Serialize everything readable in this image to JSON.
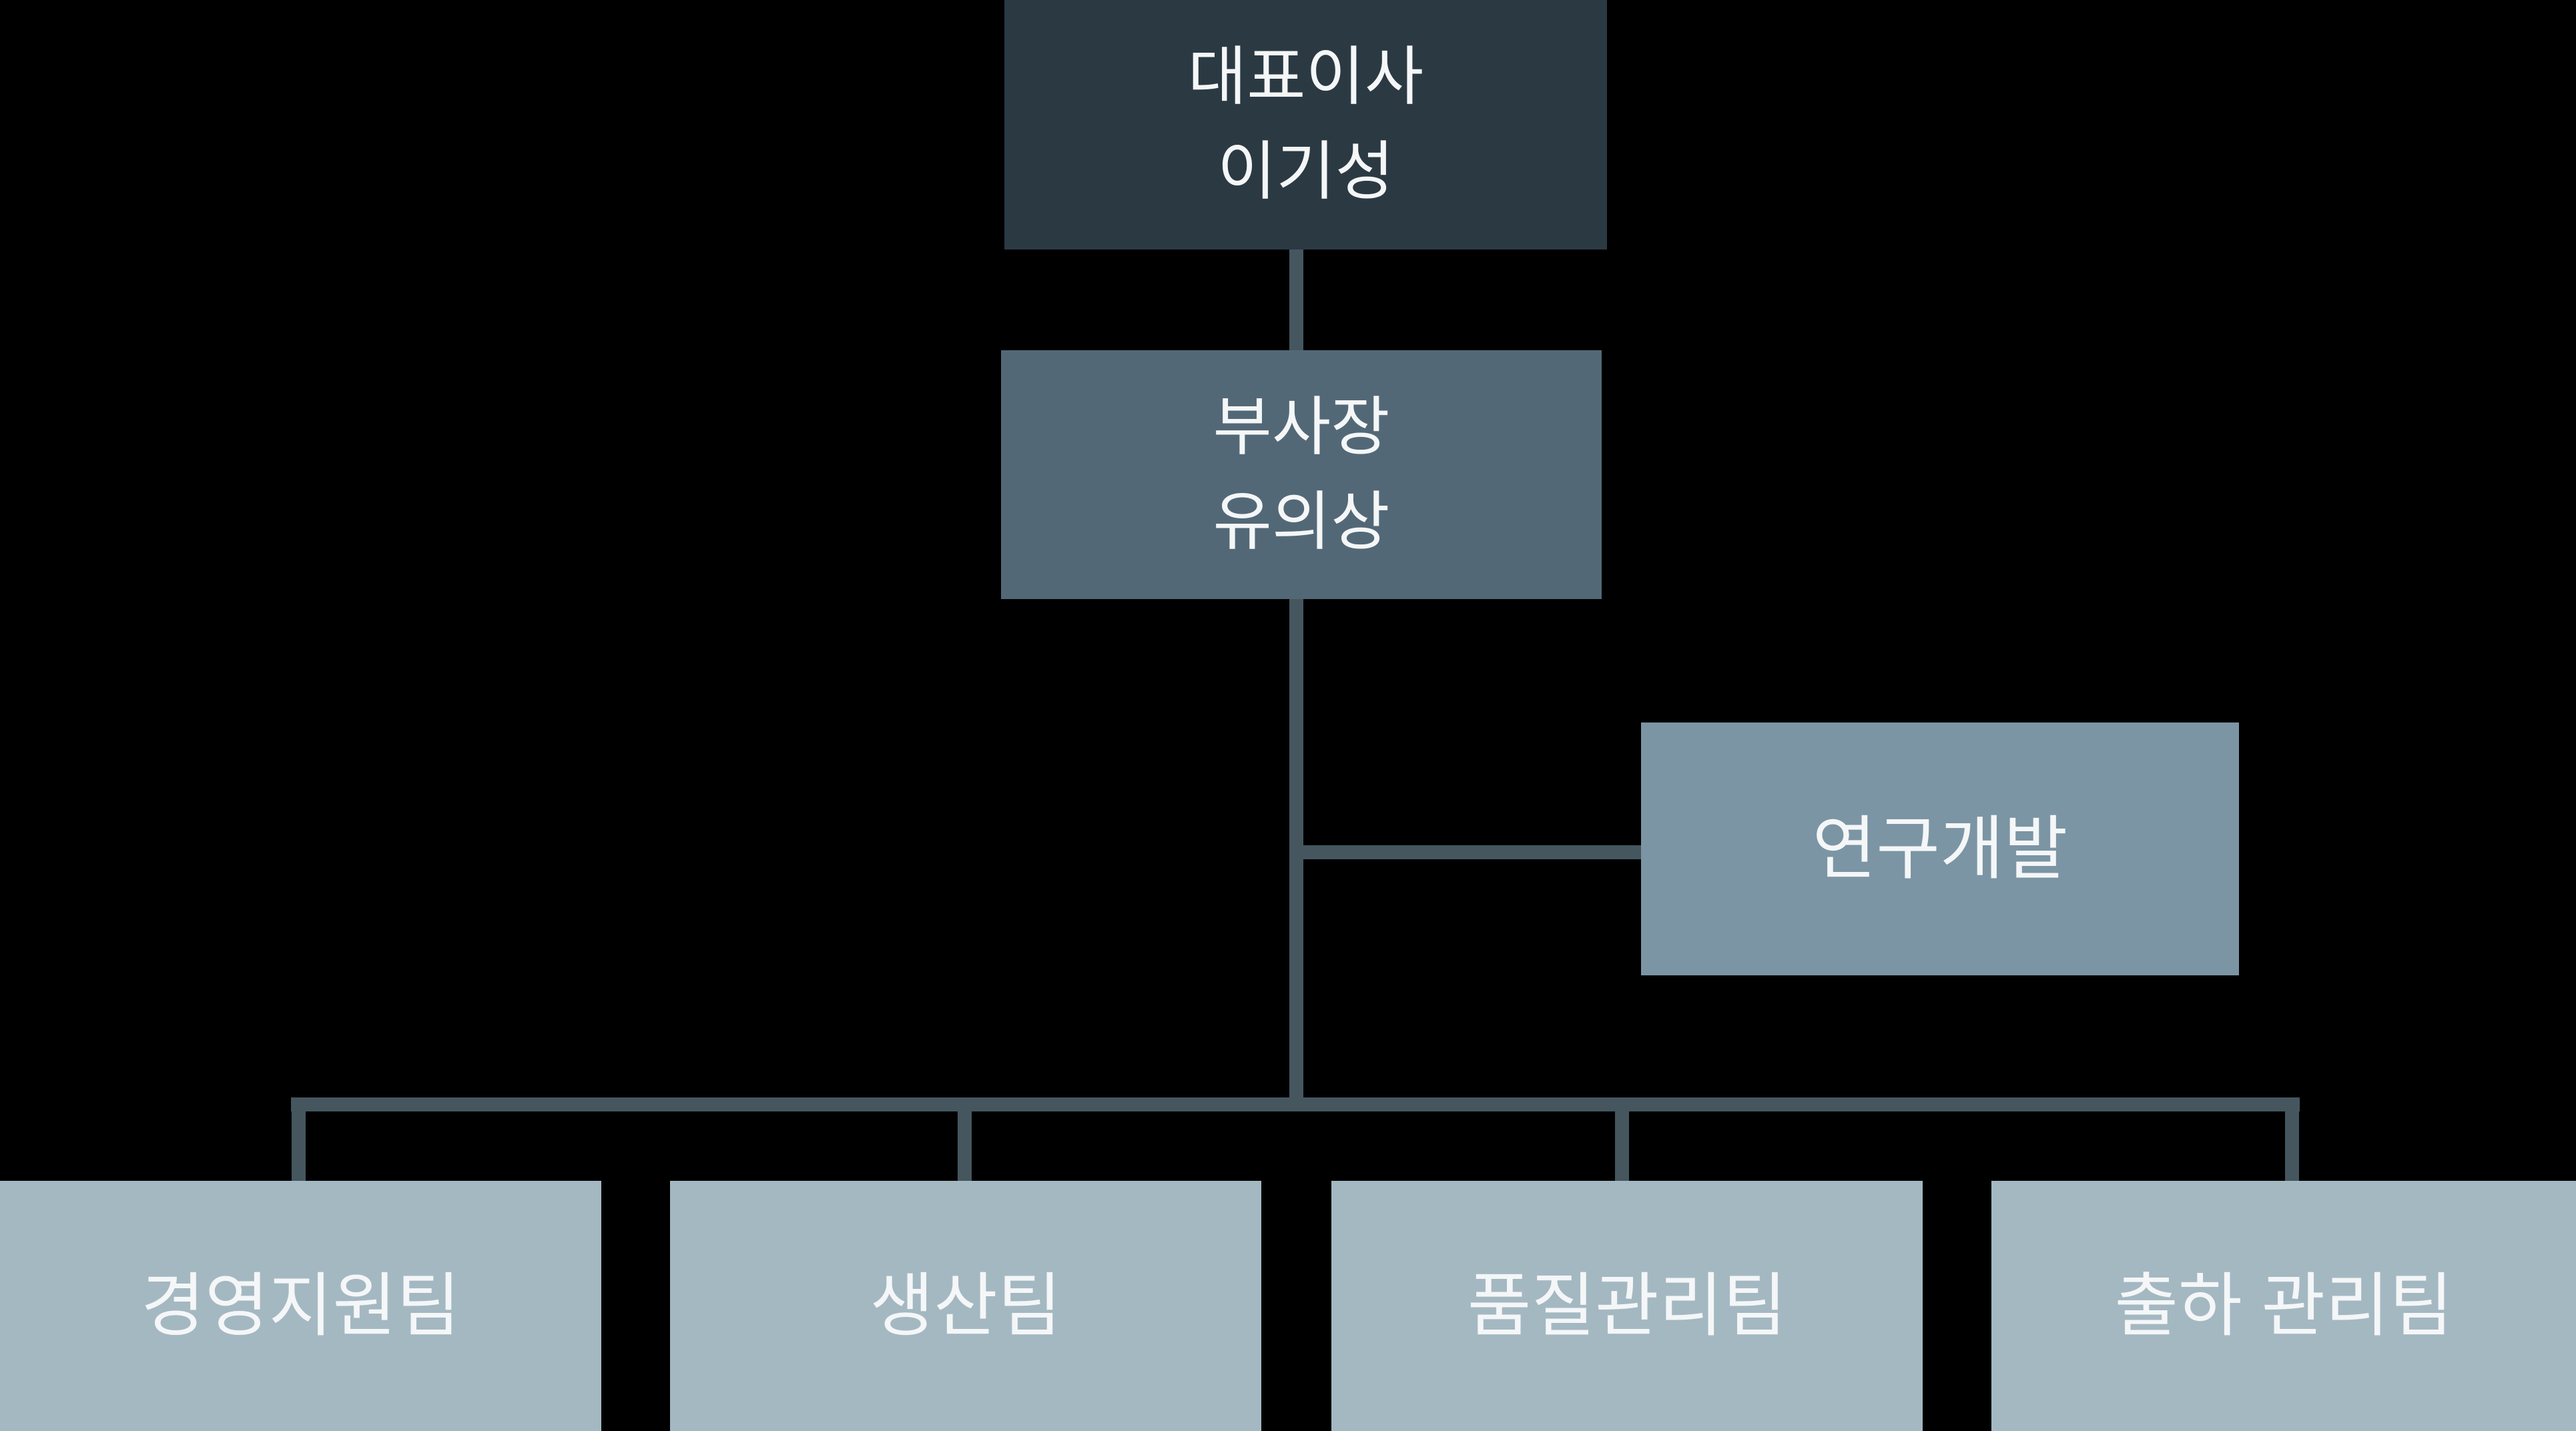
{
  "chart_kind": "organization-chart",
  "background_color": "#000000",
  "connector_color": "#45565f",
  "text_color": "#f4f6f7",
  "nodes": {
    "ceo": {
      "title": "대표이사",
      "name": "이기성",
      "color": "#2b3942"
    },
    "vp": {
      "title": "부사장",
      "name": "유의상",
      "color": "#536877"
    },
    "rnd": {
      "label": "연구개발",
      "color": "#7b95a4"
    },
    "teams": [
      {
        "label": "경영지원팀",
        "color": "#a4b8c2"
      },
      {
        "label": "생산팀",
        "color": "#a4b8c2"
      },
      {
        "label": "품질관리팀",
        "color": "#a4b8c2"
      },
      {
        "label": "출하 관리팀",
        "color": "#a4b8c2"
      }
    ]
  }
}
